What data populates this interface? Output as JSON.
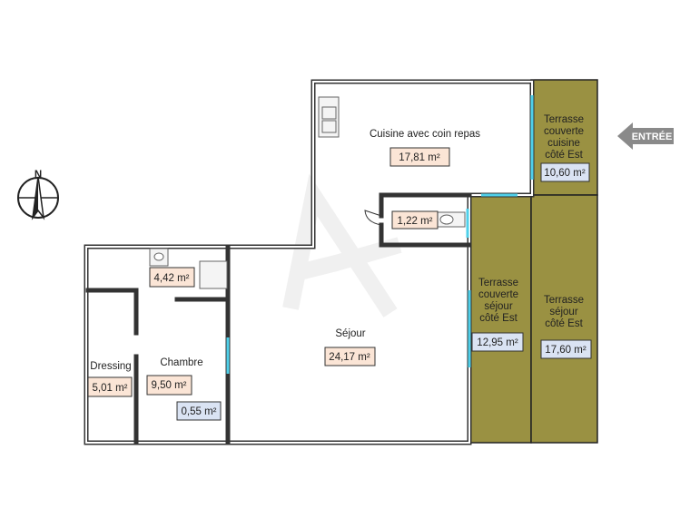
{
  "colors": {
    "terrace": "#9a9142",
    "area_interior": "#fbe5d6",
    "area_exterior": "#dae3f3",
    "window": "#4fd0ea",
    "arrow": "#8a8a8a"
  },
  "compass": {
    "north_label": "N"
  },
  "entrance": {
    "label": "ENTRÉE"
  },
  "rooms": {
    "cuisine": {
      "name": "Cuisine avec coin repas",
      "area": "17,81 m²"
    },
    "wc": {
      "area": "1,22 m²"
    },
    "salle_de_bain": {
      "area": "4,42 m²"
    },
    "sejour": {
      "name": "Séjour",
      "area": "24,17 m²"
    },
    "chambre": {
      "name": "Chambre",
      "area": "9,50 m²"
    },
    "placard": {
      "area": "0,55 m²"
    },
    "dressing": {
      "name": "Dressing",
      "area": "5,01 m²"
    },
    "terrasse_cuisine": {
      "name_lines": [
        "Terrasse",
        "couverte",
        "cuisine",
        "côté Est"
      ],
      "area": "10,60 m²"
    },
    "terrasse_couverte_sejour": {
      "name_lines": [
        "Terrasse",
        "couverte",
        "séjour",
        "côté Est"
      ],
      "area": "12,95 m²"
    },
    "terrasse_sejour": {
      "name_lines": [
        "Terrasse",
        "séjour",
        "côté Est"
      ],
      "area": "17,60 m²"
    }
  }
}
